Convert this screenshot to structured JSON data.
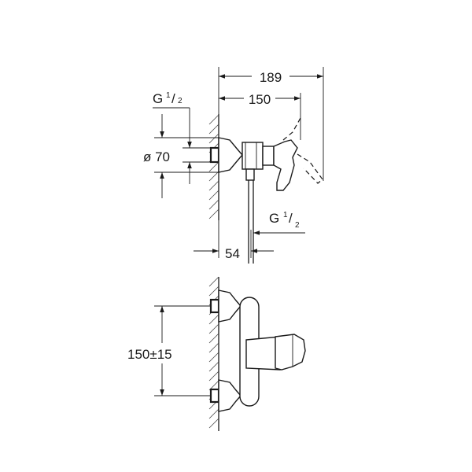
{
  "side_view": {
    "dim_total_depth": "189",
    "dim_lever_depth": "150",
    "dim_inlet_thread": {
      "main": "G",
      "fraction_num": "1",
      "fraction_den": "2"
    },
    "dim_flange_diameter": "ø 70",
    "dim_outlet_thread": {
      "main": "G",
      "fraction_num": "1",
      "fraction_den": "2"
    },
    "dim_outlet_offset": "54"
  },
  "front_view": {
    "dim_inlet_spacing": "150±15"
  }
}
